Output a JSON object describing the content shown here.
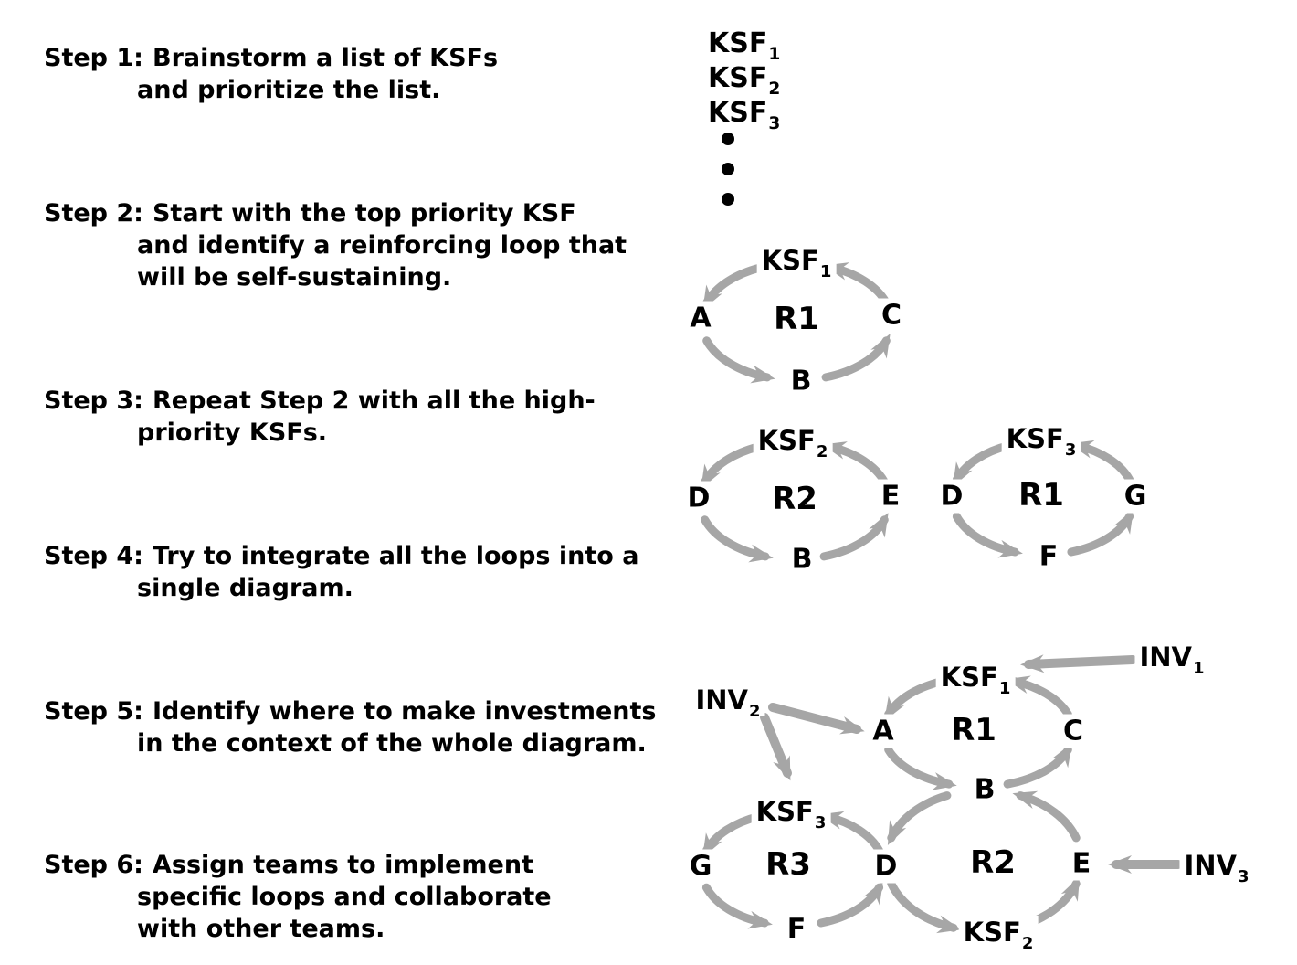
{
  "colors": {
    "arrow": "#a6a6a6",
    "text": "#000000",
    "background": "#ffffff"
  },
  "steps": [
    {
      "label": "Step 1:",
      "lines": [
        "Brainstorm a list of KSFs",
        "and prioritize the list."
      ]
    },
    {
      "label": "Step 2:",
      "lines": [
        "Start with the top priority KSF",
        "and identify a reinforcing loop that",
        "will be self-sustaining."
      ]
    },
    {
      "label": "Step 3:",
      "lines": [
        "Repeat Step 2 with all the high-",
        "priority KSFs."
      ]
    },
    {
      "label": "Step 4:",
      "lines": [
        "Try to integrate all the loops into a",
        "single diagram."
      ]
    },
    {
      "label": "Step 5:",
      "lines": [
        "Identify where to make investments",
        "in the context of the whole diagram."
      ]
    },
    {
      "label": "Step 6:",
      "lines": [
        "Assign teams to implement",
        "specific loops and collaborate",
        "with other teams."
      ]
    }
  ],
  "ksf_list": {
    "items": [
      {
        "base": "KSF",
        "sub": "1"
      },
      {
        "base": "KSF",
        "sub": "2"
      },
      {
        "base": "KSF",
        "sub": "3"
      }
    ],
    "ellipsis_dots": 3
  },
  "loop_step2": {
    "top_base": "KSF",
    "top_sub": "1",
    "left": "A",
    "center": "R1",
    "right": "C",
    "bottom": "B"
  },
  "loop_step3_left": {
    "top_base": "KSF",
    "top_sub": "2",
    "left": "D",
    "center": "R2",
    "right": "E",
    "bottom": "B"
  },
  "loop_step3_right": {
    "top_base": "KSF",
    "top_sub": "3",
    "left": "D",
    "center": "R1",
    "right": "G",
    "bottom": "F"
  },
  "integrated": {
    "inv1_base": "INV",
    "inv1_sub": "1",
    "inv2_base": "INV",
    "inv2_sub": "2",
    "inv3_base": "INV",
    "inv3_sub": "3",
    "ksf1_base": "KSF",
    "ksf1_sub": "1",
    "ksf2_base": "KSF",
    "ksf2_sub": "2",
    "ksf3_base": "KSF",
    "ksf3_sub": "3",
    "a": "A",
    "b": "B",
    "c": "C",
    "d": "D",
    "e": "E",
    "f": "F",
    "g": "G",
    "r1": "R1",
    "r2": "R2",
    "r3": "R3"
  }
}
